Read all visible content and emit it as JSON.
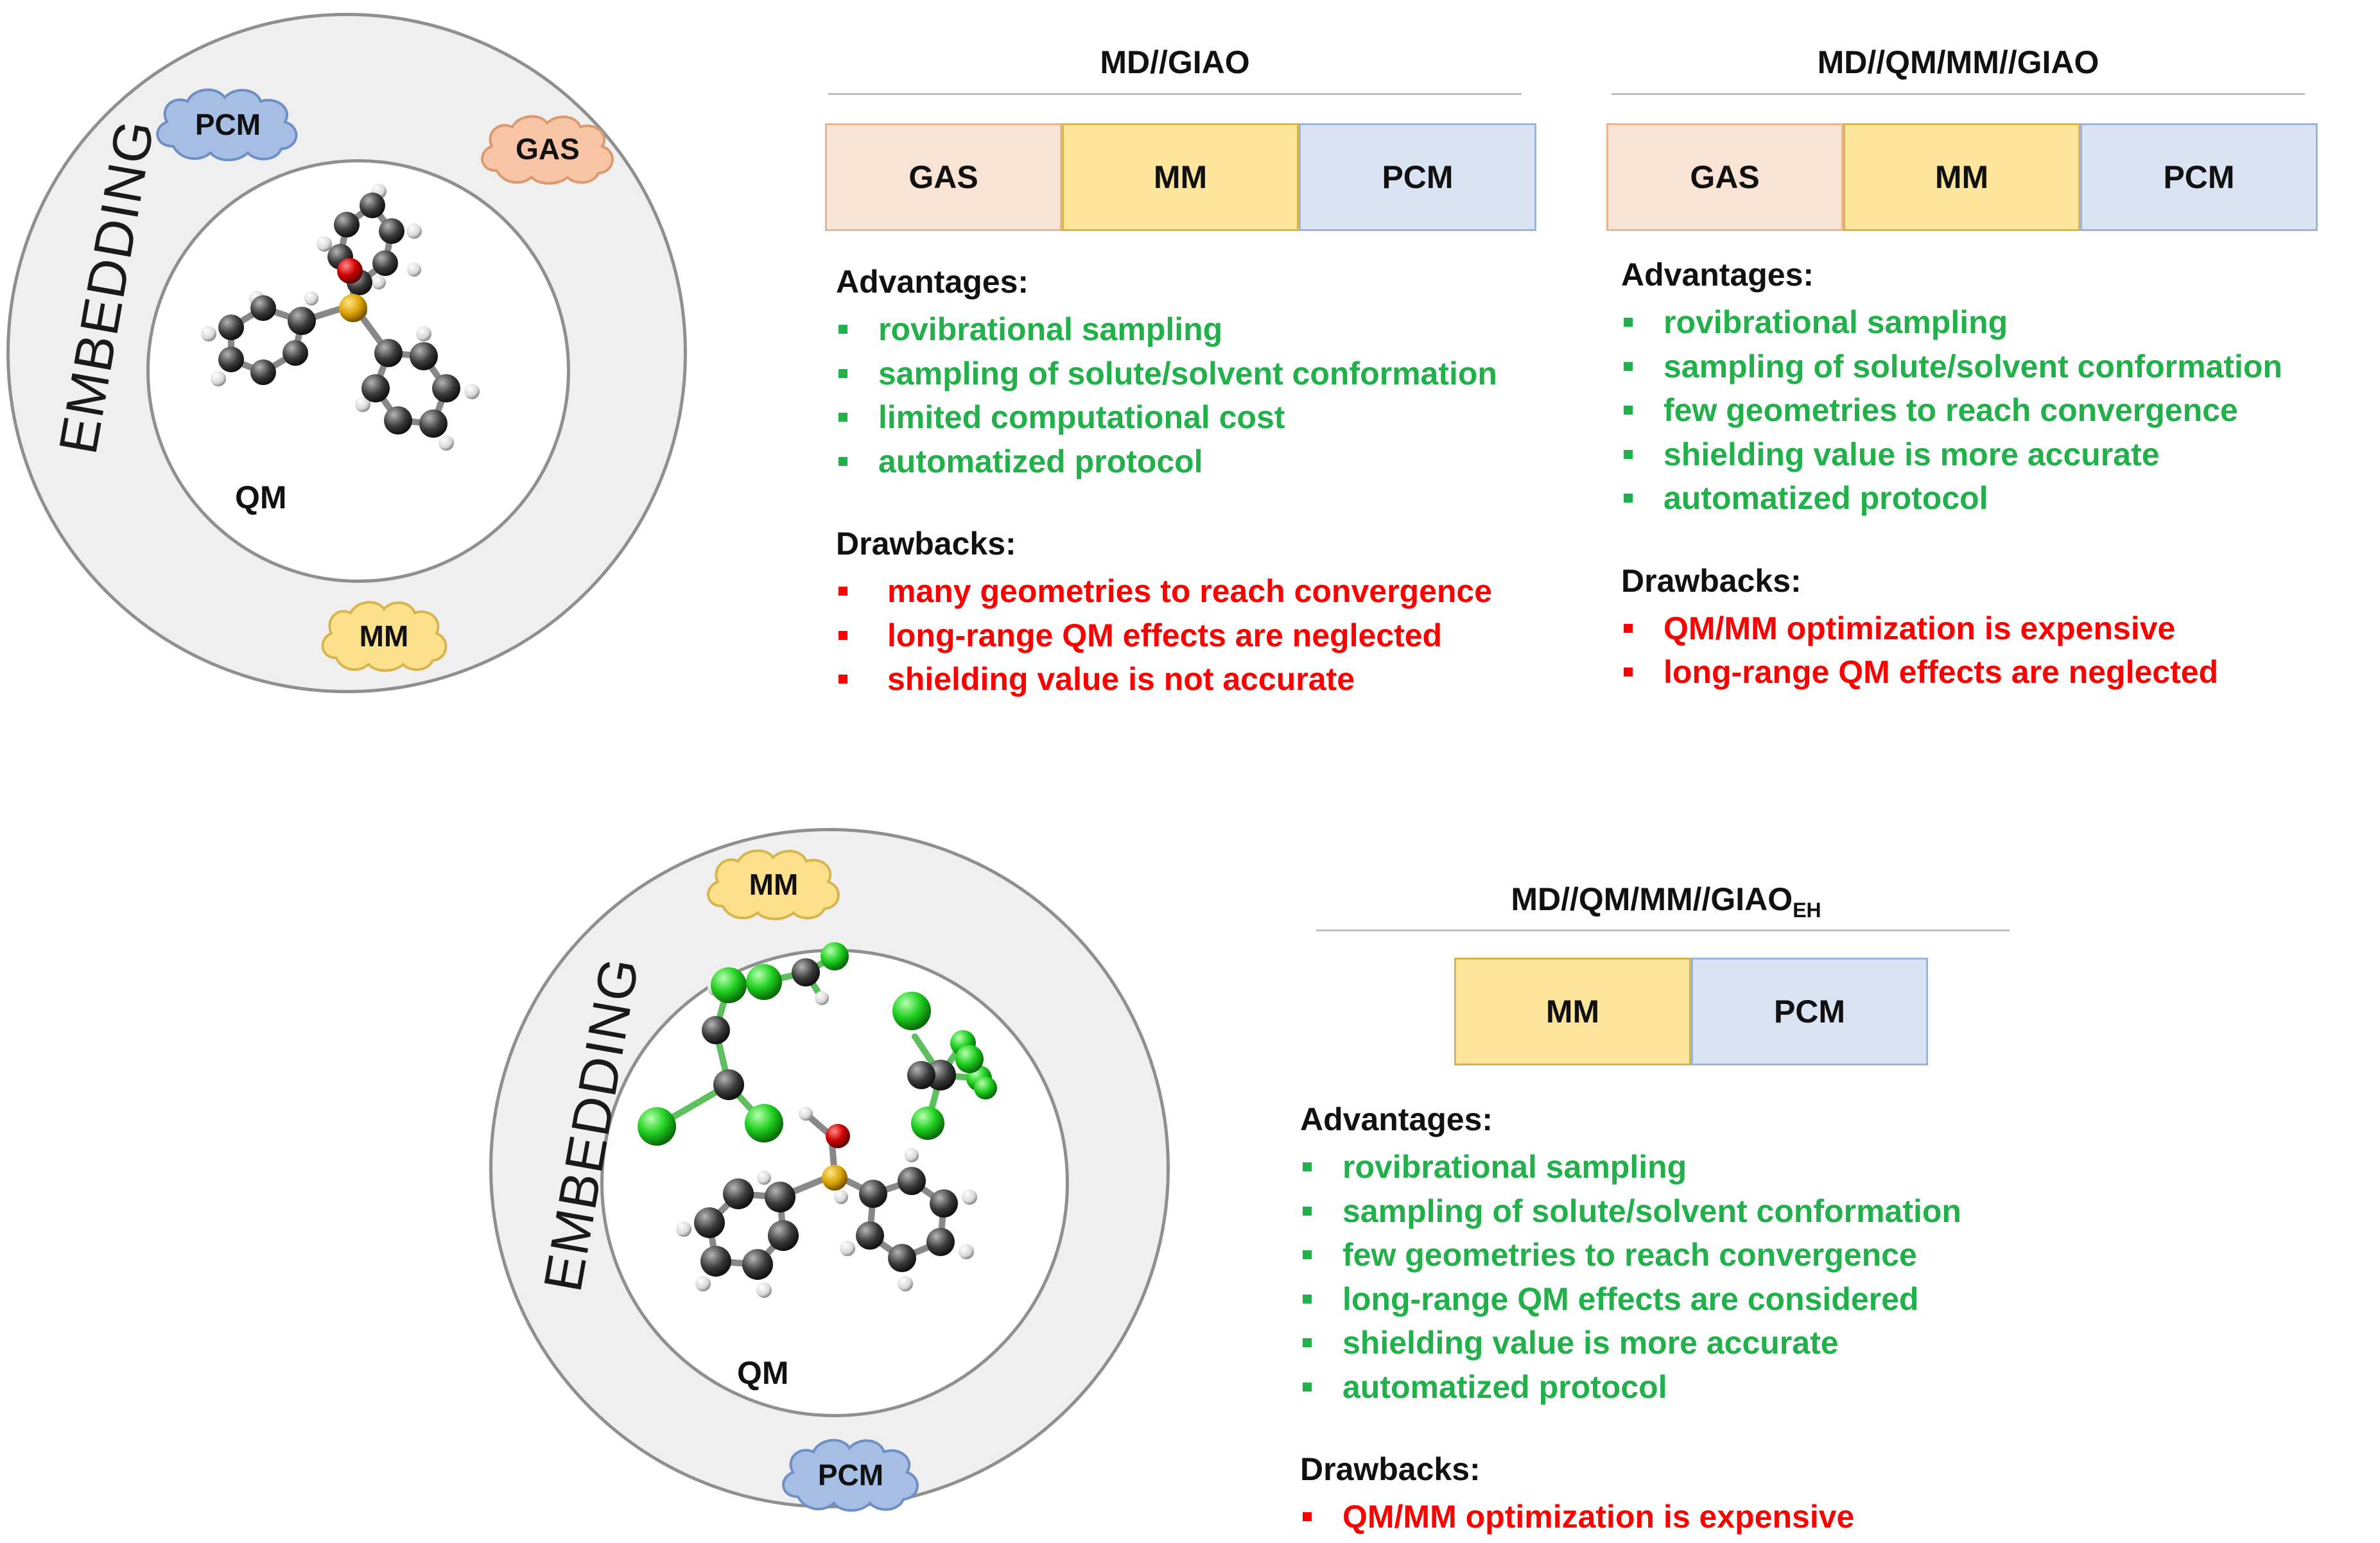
{
  "embedding_top": {
    "label": "EMBEDDING",
    "core_label": "QM",
    "clouds": [
      "PCM",
      "GAS",
      "MM"
    ]
  },
  "embedding_bottom": {
    "label": "EMBEDDING",
    "core_label": "QM",
    "clouds": [
      "MM",
      "PCM"
    ]
  },
  "panels": [
    {
      "title": "MD//GIAO",
      "segments": [
        "GAS",
        "MM",
        "PCM"
      ],
      "advantages_heading": "Advantages:",
      "advantages": [
        "rovibrational sampling",
        "sampling of solute/solvent conformation",
        "limited computational cost",
        "automatized protocol"
      ],
      "drawbacks_heading": "Drawbacks:",
      "drawbacks": [
        "many geometries to reach convergence",
        "long-range QM effects are neglected",
        "shielding value is not accurate"
      ]
    },
    {
      "title": "MD//QM/MM//GIAO",
      "segments": [
        "GAS",
        "MM",
        "PCM"
      ],
      "advantages_heading": "Advantages:",
      "advantages": [
        "rovibrational sampling",
        "sampling of solute/solvent conformation",
        "few geometries to reach convergence",
        "shielding value is more accurate",
        "automatized protocol"
      ],
      "drawbacks_heading": "Drawbacks:",
      "drawbacks": [
        "QM/MM optimization is expensive",
        "long-range QM effects are neglected"
      ]
    },
    {
      "title": "MD//QM/MM//GIAO",
      "title_sub": "EH",
      "segments": [
        "MM",
        "PCM"
      ],
      "advantages_heading": "Advantages:",
      "advantages": [
        "rovibrational sampling",
        "sampling of solute/solvent conformation",
        "few geometries to reach convergence",
        "long-range QM effects are considered",
        "shielding value is more accurate",
        "automatized protocol"
      ],
      "drawbacks_heading": "Drawbacks:",
      "drawbacks": [
        "QM/MM optimization is expensive"
      ]
    }
  ],
  "colors": {
    "advantage": "#22b04b",
    "drawback": "#ff0000",
    "gas_fill": "#f8e3d5",
    "mm_fill": "#fde69c",
    "pcm_fill": "#d9e3f3",
    "ring_fill": "#efefef"
  }
}
